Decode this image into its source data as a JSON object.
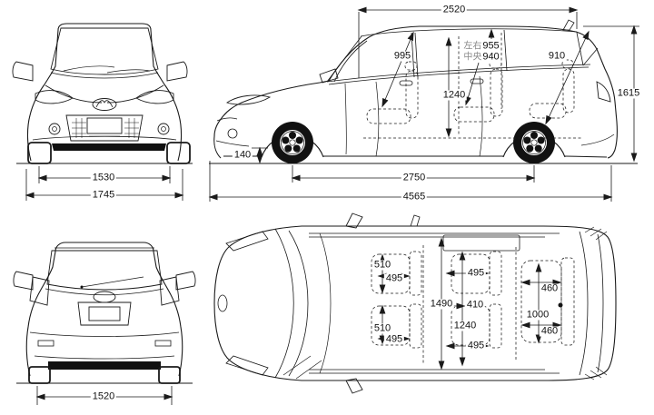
{
  "colors": {
    "line": "#1a1a1a",
    "background": "#ffffff",
    "tire_fill": "#111111"
  },
  "views": {
    "front": {
      "track_width": "1530",
      "overall_width": "1745"
    },
    "side": {
      "roof_span": "2520",
      "front_headroom": "995",
      "headroom_side_label": "左右",
      "headroom_side": "955",
      "headroom_center_label": "中央",
      "headroom_center": "940",
      "rear_headroom": "910",
      "interior_height": "1240",
      "overall_height": "1615",
      "ground_clearance": "140",
      "wheelbase": "2750",
      "overall_length": "4565"
    },
    "rear": {
      "track_width": "1520"
    },
    "top": {
      "seat_width_front_upper": "510",
      "seat_depth_front_upper": "495",
      "seat_width_front_lower": "510",
      "seat_depth_front_lower": "495",
      "interior_width": "1490",
      "seat_depth_row2_upper": "495",
      "seat_gap_row2": "410",
      "interior_width_row2": "1240",
      "seat_depth_row2_lower": "495",
      "seat_depth_row3_upper": "460",
      "interior_width_row3": "1000",
      "seat_depth_row3_lower": "460"
    }
  }
}
